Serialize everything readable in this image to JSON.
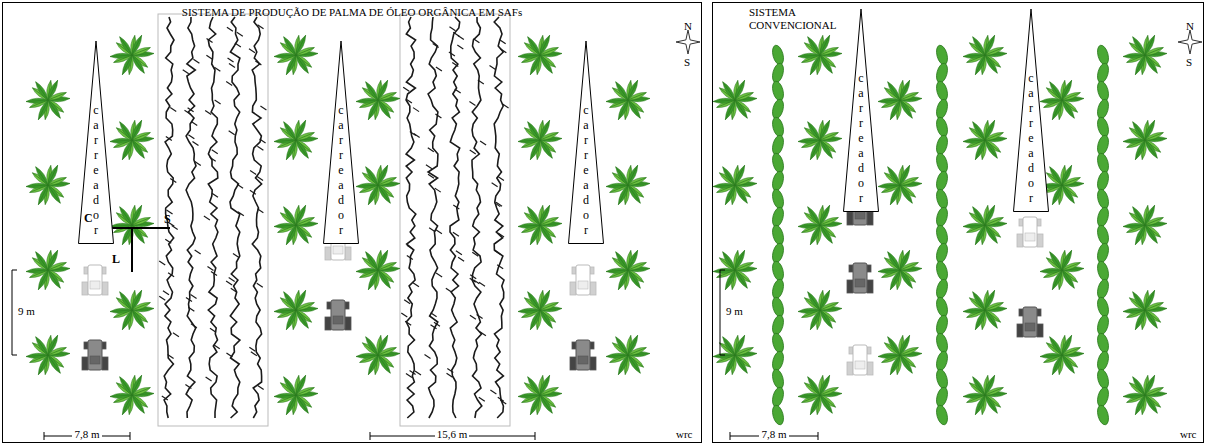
{
  "diagram": {
    "nodes": [
      {
        "text": [
          "SISTEMA DE PRODUÇÃO DE PALMA DE ÓLEO ORGÂNICA EM SAFs"
        ]
      },
      {
        "text": [
          "carreador"
        ],
        "in": 0
      },
      {
        "text": [
          "carreador"
        ],
        "in": 0
      },
      {
        "text": [
          "carreador"
        ],
        "in": 0
      },
      {
        "text": [
          "SISTEMA CONVENCIONAL"
        ]
      },
      {
        "text": [
          "carreador"
        ],
        "in": 4
      },
      {
        "text": [
          "carreador"
        ],
        "in": 4
      }
    ],
    "labels": [
      "N",
      "S",
      "C",
      "S",
      "L",
      "9 m",
      "7,8 m",
      "15,6 m",
      "wrc",
      "N",
      "S",
      "9 m",
      "7,8 m",
      "wrc"
    ]
  }
}
